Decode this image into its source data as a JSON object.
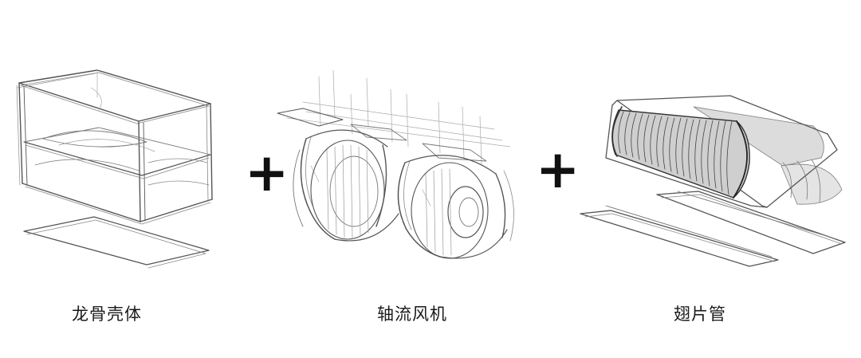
{
  "operator_symbol": "+",
  "colors": {
    "ink": "#555555",
    "ink_dark": "#333333",
    "ink_light": "#9a9a9a",
    "shade": "#d8d8d8",
    "text": "#1a1a1a"
  },
  "components": [
    {
      "id": "frame",
      "label": "龙骨壳体",
      "icon": "frame-housing-sketch-icon"
    },
    {
      "id": "fan",
      "label": "轴流风机",
      "icon": "axial-fan-sketch-icon"
    },
    {
      "id": "coil",
      "label": "翅片管",
      "icon": "finned-tube-sketch-icon"
    }
  ]
}
